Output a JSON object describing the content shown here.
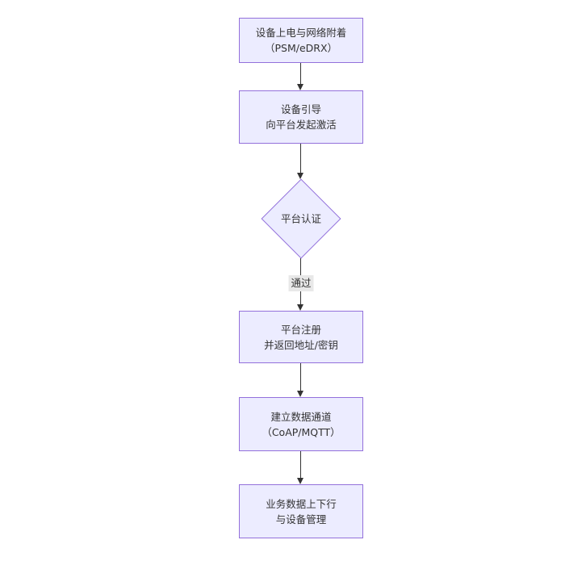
{
  "diagram": {
    "type": "flowchart",
    "direction": "top-down",
    "colors": {
      "node_fill": "#ECECFF",
      "node_border": "#9370DB",
      "node_text": "#333333",
      "edge_line": "#333333",
      "edge_label_bg": "#e8e8e8",
      "background": "#ffffff"
    },
    "nodes": [
      {
        "id": "power-attach",
        "shape": "rectangle",
        "lines": [
          "设备上电与网络附着",
          "（PSM/eDRX）"
        ]
      },
      {
        "id": "bootstrap",
        "shape": "rectangle",
        "lines": [
          "设备引导",
          "向平台发起激活"
        ]
      },
      {
        "id": "platform-auth",
        "shape": "diamond",
        "lines": [
          "平台认证"
        ]
      },
      {
        "id": "register",
        "shape": "rectangle",
        "lines": [
          "平台注册",
          "并返回地址/密钥"
        ]
      },
      {
        "id": "data-channel",
        "shape": "rectangle",
        "lines": [
          "建立数据通道",
          "（CoAP/MQTT）"
        ]
      },
      {
        "id": "business",
        "shape": "rectangle",
        "lines": [
          "业务数据上下行",
          "与设备管理"
        ]
      }
    ],
    "edges": [
      {
        "from": "power-attach",
        "to": "bootstrap",
        "label": ""
      },
      {
        "from": "bootstrap",
        "to": "platform-auth",
        "label": ""
      },
      {
        "from": "platform-auth",
        "to": "register",
        "label": "通过"
      },
      {
        "from": "register",
        "to": "data-channel",
        "label": ""
      },
      {
        "from": "data-channel",
        "to": "business",
        "label": ""
      }
    ]
  }
}
